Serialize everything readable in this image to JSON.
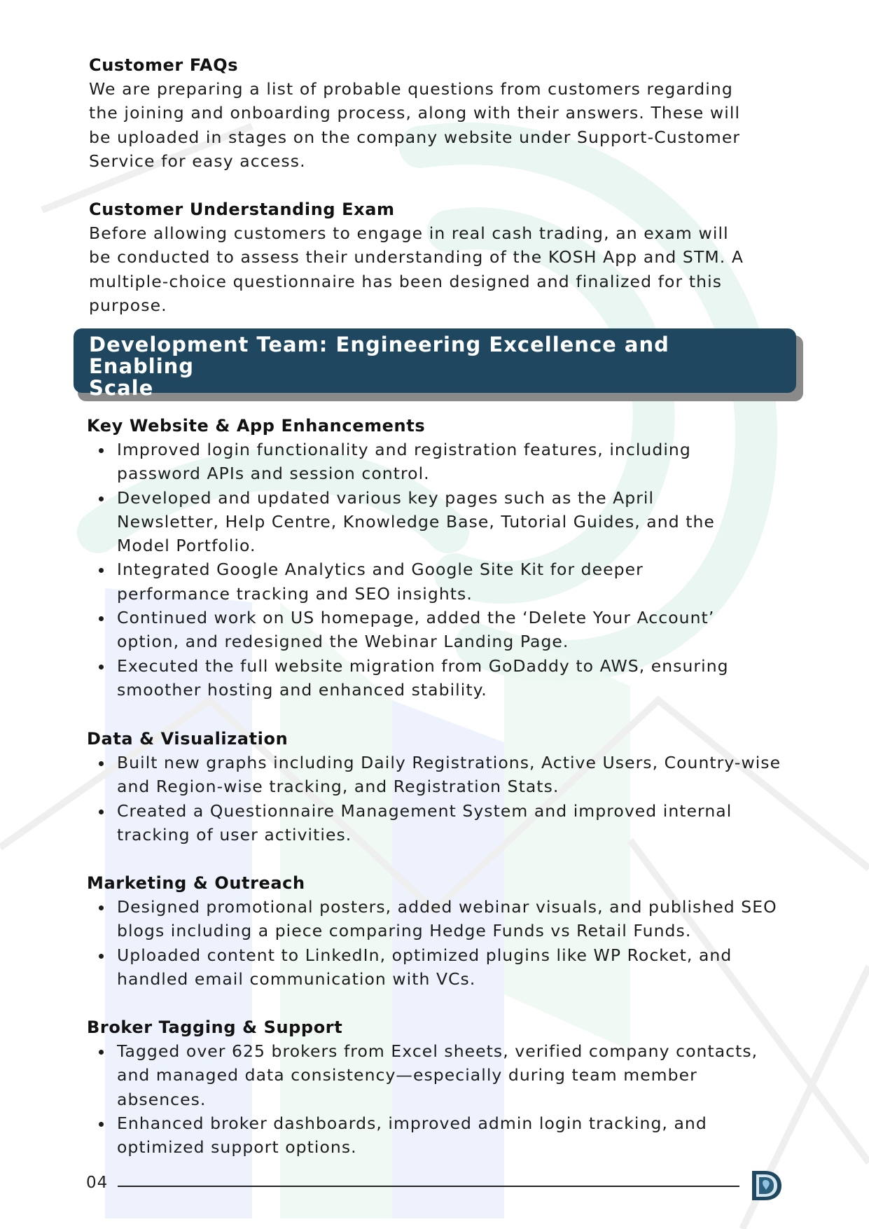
{
  "sections": {
    "customer_faqs": {
      "heading": "Customer FAQs",
      "lines": [
        "We are preparing a list of probable questions from customers regarding",
        "the joining and onboarding process, along with their answers. These will",
        "be uploaded in stages on the company website under Support-Customer",
        "Service for easy access."
      ]
    },
    "customer_exam": {
      "heading": "Customer Understanding Exam",
      "lines": [
        "Before allowing customers to engage in real cash trading, an exam will",
        "be conducted to assess their understanding of the KOSH App and STM. A",
        "multiple-choice questionnaire has been designed and finalized for this",
        "purpose."
      ]
    }
  },
  "banner": {
    "title_line1": "Development Team: Engineering Excellence and Enabling",
    "title_line2": "Scale",
    "color": "#1f4860"
  },
  "dev_sections": {
    "website_app": {
      "heading": "Key Website & App Enhancements",
      "items": [
        "Improved login functionality and registration features, including password APIs and session control.",
        "Developed and updated various key pages such as the April Newsletter, Help Centre, Knowledge Base, Tutorial Guides, and the Model Portfolio.",
        "Integrated Google Analytics and Google Site Kit for deeper performance tracking and SEO insights.",
        "Continued work on US homepage, added the ‘Delete Your Account’ option, and redesigned the Webinar Landing Page.",
        "Executed the full website migration from GoDaddy to AWS, ensuring smoother hosting and enhanced stability."
      ]
    },
    "data_viz": {
      "heading": "Data & Visualization",
      "items": [
        "Built new graphs including Daily Registrations, Active Users, Country-wise and Region-wise tracking, and Registration Stats.",
        "Created a Questionnaire Management System and improved internal tracking of user activities."
      ]
    },
    "marketing": {
      "heading": "Marketing & Outreach",
      "items": [
        "Designed promotional posters, added webinar visuals, and published SEO blogs including a piece comparing Hedge Funds vs Retail Funds.",
        "Uploaded content to LinkedIn, optimized plugins like WP Rocket, and handled email communication with VCs."
      ]
    },
    "broker": {
      "heading": "Broker Tagging & Support",
      "items": [
        "Tagged over 625 brokers from Excel sheets, verified company contacts, and managed data consistency—especially during team member absences.",
        "Enhanced broker dashboards, improved admin login tracking, and optimized support options."
      ]
    }
  },
  "footer": {
    "page_number": "04",
    "logo_icon": "company-d-logo-icon"
  }
}
